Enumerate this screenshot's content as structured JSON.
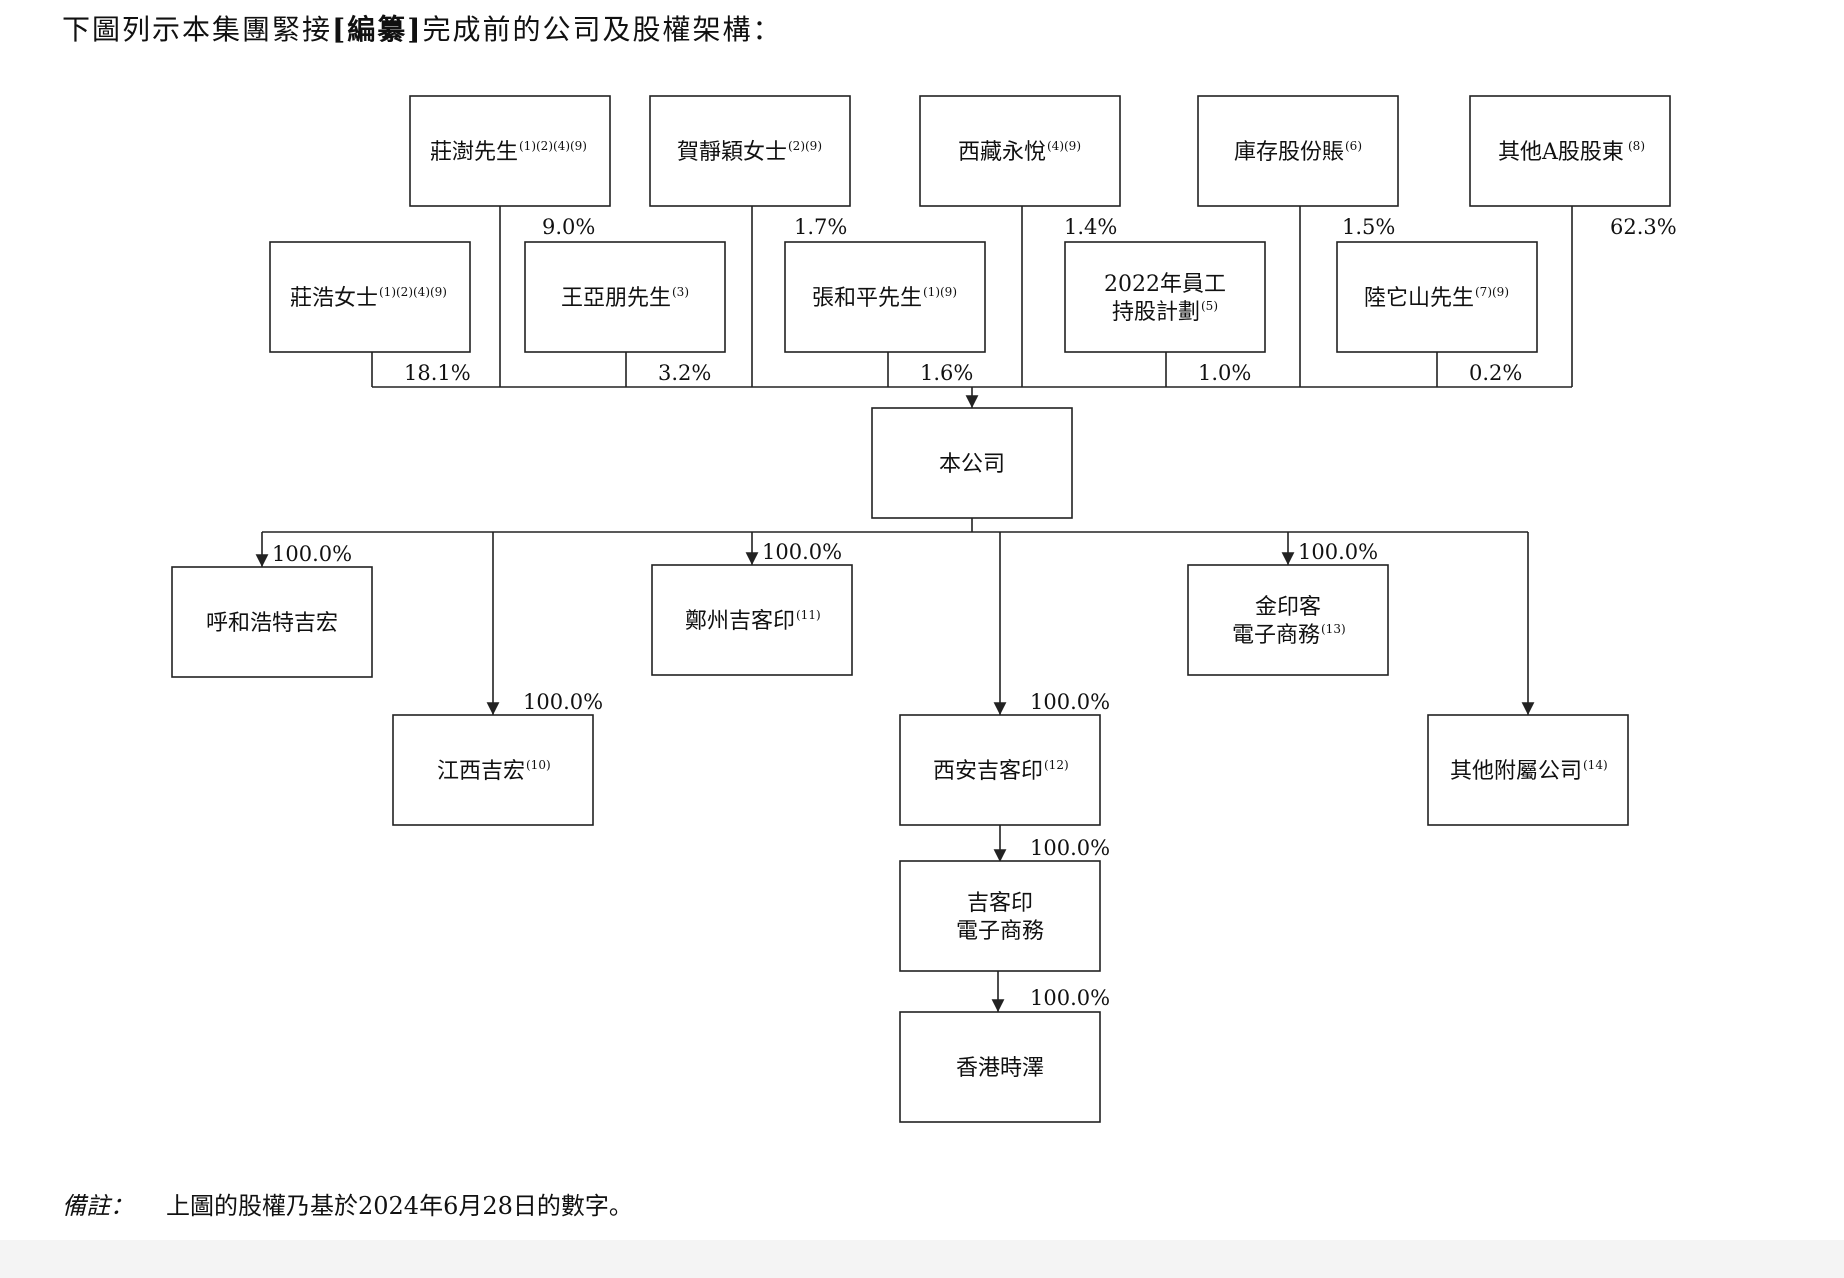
{
  "intro": {
    "prefix": "下圖列示本集團緊接",
    "redacted": "[編纂]",
    "suffix": "完成前的公司及股權架構："
  },
  "shareholders": [
    {
      "id": "zhuang-shu",
      "lines": [
        "莊澍先生"
      ],
      "note": "(1)(2)(4)(9)",
      "pct": "9.0%"
    },
    {
      "id": "he-jingying",
      "lines": [
        "賀靜穎女士"
      ],
      "note": "(2)(9)",
      "pct": "1.7%"
    },
    {
      "id": "xizang-yongyue",
      "lines": [
        "西藏永悅"
      ],
      "note": "(4)(9)",
      "pct": "1.4%"
    },
    {
      "id": "treasury-shares",
      "lines": [
        "庫存股份賬"
      ],
      "note": "(6)",
      "pct": "1.5%"
    },
    {
      "id": "other-a-share",
      "lines": [
        "其他A股股東"
      ],
      "note": "(8)",
      "pct": "62.3%"
    },
    {
      "id": "zhuang-hao",
      "lines": [
        "莊浩女士"
      ],
      "note": "(1)(2)(4)(9)",
      "pct": "18.1%"
    },
    {
      "id": "wang-yapeng",
      "lines": [
        "王亞朋先生"
      ],
      "note": "(3)",
      "pct": "3.2%"
    },
    {
      "id": "zhang-heping",
      "lines": [
        "張和平先生"
      ],
      "note": "(1)(9)",
      "pct": "1.6%"
    },
    {
      "id": "esop-2022",
      "lines": [
        "2022年員工",
        "持股計劃"
      ],
      "note": "(5)",
      "pct": "1.0%"
    },
    {
      "id": "lu-tuoshan",
      "lines": [
        "陸它山先生"
      ],
      "note": "(7)(9)",
      "pct": "0.2%"
    }
  ],
  "company": {
    "lines": [
      "本公司"
    ]
  },
  "subsidiaries": [
    {
      "id": "hohhot-jihong",
      "lines": [
        "呼和浩特吉宏"
      ],
      "note": "",
      "pct": "100.0%"
    },
    {
      "id": "jiangxi-jihong",
      "lines": [
        "江西吉宏"
      ],
      "note": "(10)",
      "pct": "100.0%"
    },
    {
      "id": "zhengzhou-jikeyin",
      "lines": [
        "鄭州吉客印"
      ],
      "note": "(11)",
      "pct": "100.0%"
    },
    {
      "id": "xian-jikeyin",
      "lines": [
        "西安吉客印"
      ],
      "note": "(12)",
      "pct": "100.0%"
    },
    {
      "id": "jinyinke-ecommerce",
      "lines": [
        "金印客",
        "電子商務"
      ],
      "note": "(13)",
      "pct": "100.0%"
    },
    {
      "id": "other-affiliates",
      "lines": [
        "其他附屬公司"
      ],
      "note": "(14)",
      "pct": ""
    },
    {
      "id": "jikeyin-ecommerce",
      "lines": [
        "吉客印",
        "電子商務"
      ],
      "note": "",
      "pct": "100.0%"
    },
    {
      "id": "hongkong-shize",
      "lines": [
        "香港時澤"
      ],
      "note": "",
      "pct": "100.0%"
    }
  ],
  "remark": {
    "label": "備註：",
    "text": "上圖的股權乃基於2024年6月28日的數字。"
  },
  "colors": {
    "line": "#222222",
    "text": "#111111",
    "background": "#ffffff"
  }
}
